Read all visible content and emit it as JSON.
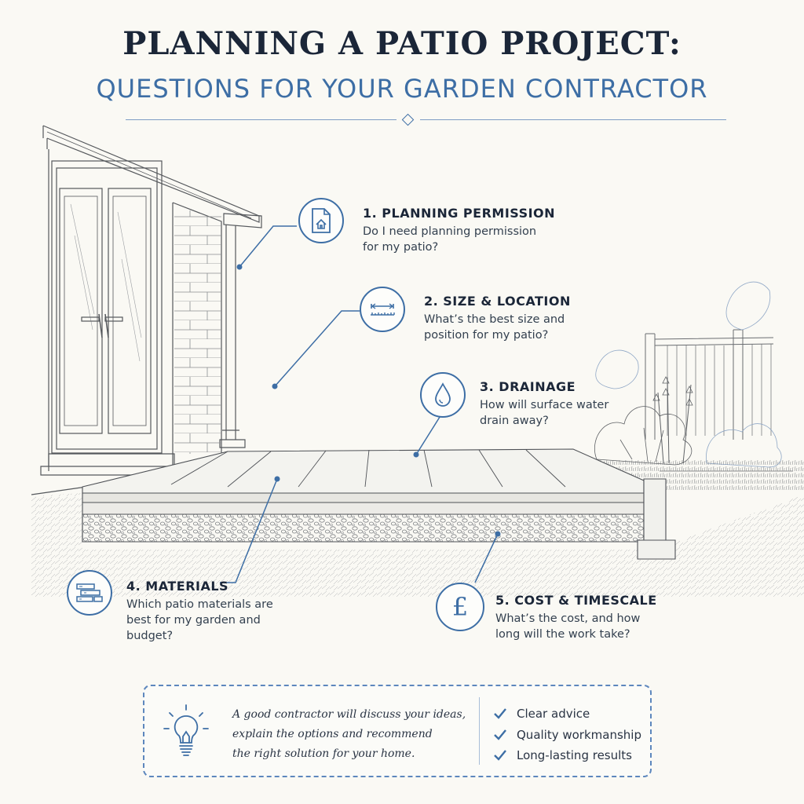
{
  "header": {
    "title": "PLANNING A PATIO PROJECT:",
    "subtitle": "QUESTIONS FOR YOUR GARDEN CONTRACTOR"
  },
  "questions": [
    {
      "title": "1. PLANNING PERMISSION",
      "line1": "Do I need planning permission",
      "line2": "for my patio?",
      "icon": "document-house-icon"
    },
    {
      "title": "2. SIZE & LOCATION",
      "line1": "What’s the best size and",
      "line2": "position for my patio?",
      "icon": "ruler-icon"
    },
    {
      "title": "3. DRAINAGE",
      "line1": "How will surface water",
      "line2": "drain away?",
      "icon": "water-drop-icon"
    },
    {
      "title": "4. MATERIALS",
      "line1": "Which patio materials are",
      "line2": "best for my garden and",
      "line3": "budget?",
      "icon": "paving-stack-icon"
    },
    {
      "title": "5. COST & TIMESCALE",
      "line1": "What’s the cost, and how",
      "line2": "long will the work take?",
      "icon": "pound-sign-icon",
      "symbol": "£"
    }
  ],
  "advice": {
    "line1": "A good contractor will discuss your ideas,",
    "line2": "explain the options and recommend",
    "line3": "the right solution for your home.",
    "icon": "lightbulb-icon"
  },
  "checklist": [
    "Clear advice",
    "Quality workmanship",
    "Long-lasting results"
  ],
  "colors": {
    "accent": "#3d6ea5",
    "title": "#1b2638",
    "background": "#faf9f4",
    "sketch": "#55585c"
  }
}
